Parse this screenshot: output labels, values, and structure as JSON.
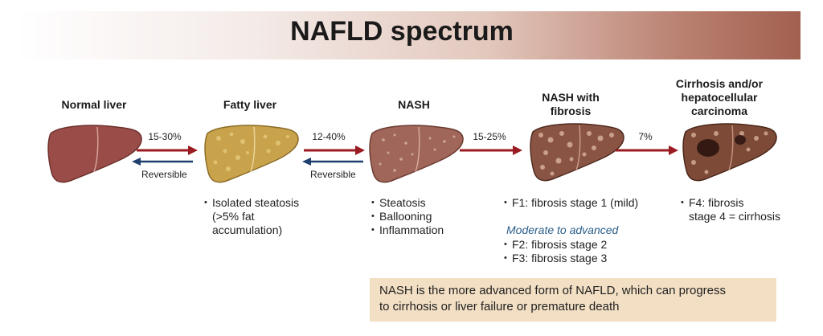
{
  "title": "NAFLD spectrum",
  "stages": [
    {
      "title": "Normal liver"
    },
    {
      "title": "Fatty liver"
    },
    {
      "title": "NASH"
    },
    {
      "title_line1": "NASH with",
      "title_line2": "fibrosis"
    },
    {
      "title_line1": "Cirrhosis and/or",
      "title_line2": "hepatocellular",
      "title_line3": "carcinoma"
    }
  ],
  "transitions": [
    {
      "percent": "15-30%",
      "reverse_label": "Reversible"
    },
    {
      "percent": "12-40%",
      "reverse_label": "Reversible"
    },
    {
      "percent": "15-25%"
    },
    {
      "percent": "7%"
    }
  ],
  "descriptions": {
    "fatty": [
      "Isolated steatosis",
      "(>5% fat",
      "accumulation)"
    ],
    "nash": [
      "Steatosis",
      "Ballooning",
      "Inflammation"
    ],
    "fibrosis": {
      "f1": "F1: fibrosis stage 1 (mild)",
      "subheading": "Moderate to advanced",
      "f2": "F2: fibrosis stage 2",
      "f3": "F3: fibrosis stage 3"
    },
    "cirrhosis": [
      "F4: fibrosis",
      "stage 4 = cirrhosis"
    ]
  },
  "note": {
    "line1": "NASH is the more advanced form of NAFLD, which can progress",
    "line2": "to cirrhosis or liver failure or premature death"
  },
  "colors": {
    "forward_arrow": "#9b1b22",
    "reverse_arrow": "#1f3f6e",
    "normal_liver": "#9a4d48",
    "fatty_liver": "#c9a24c",
    "nash_liver": "#a0665a",
    "fibrosis_liver": "#8a5444",
    "cirrhosis_liver": "#7d4a38",
    "note_bg": "#f2dfc4",
    "subheading": "#2b5f8a"
  }
}
